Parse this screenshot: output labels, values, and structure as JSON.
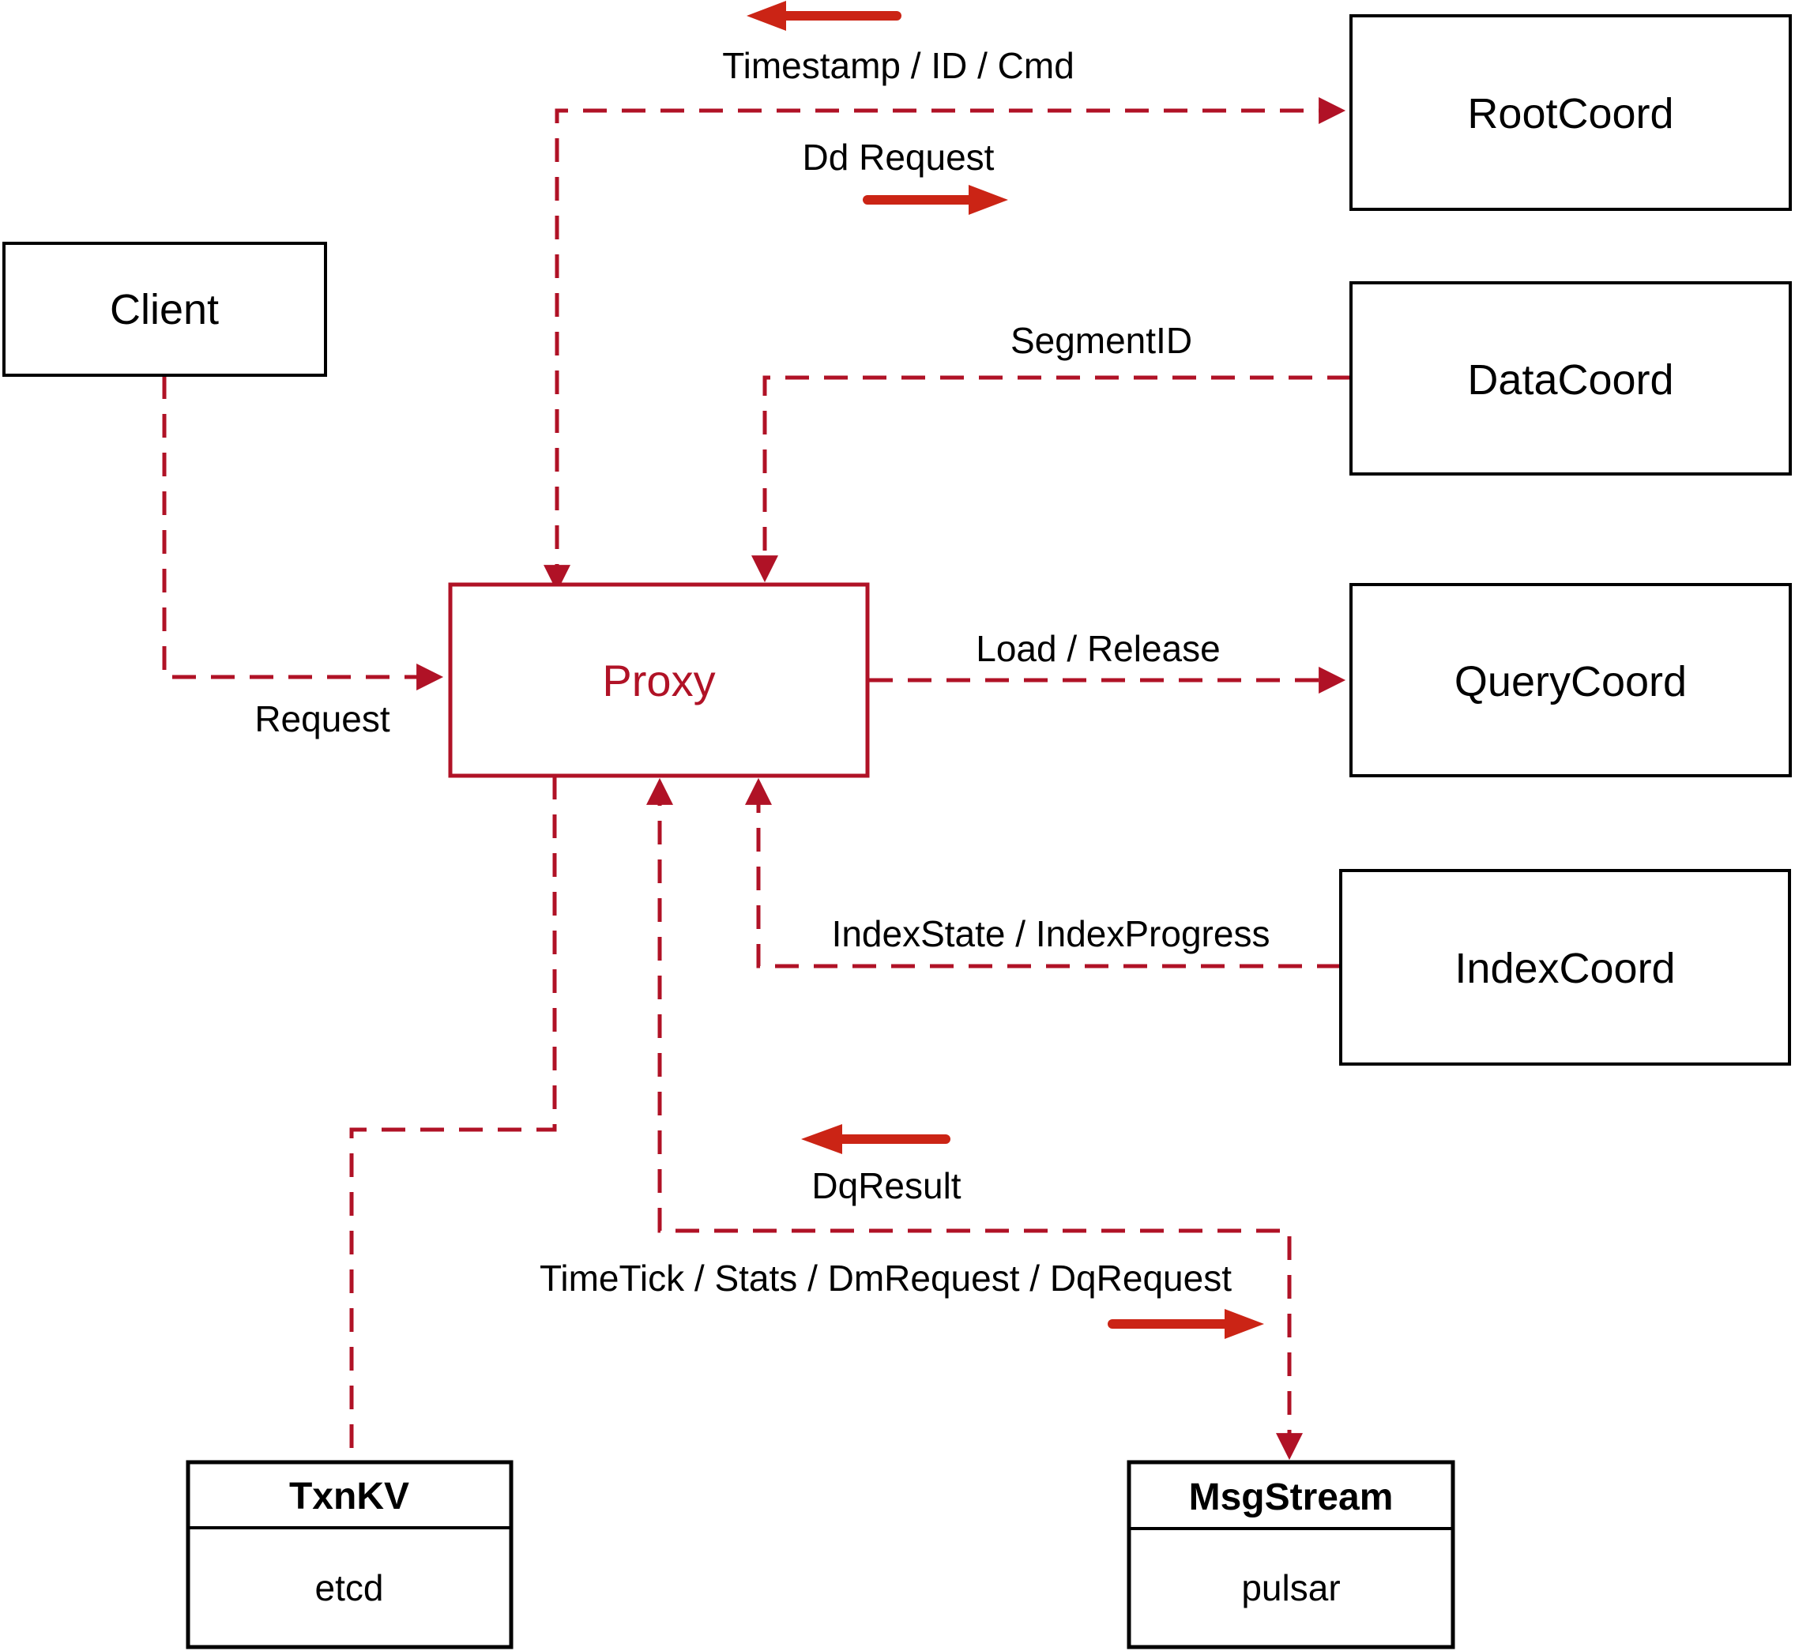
{
  "diagram": {
    "nodes": {
      "client": {
        "label": "Client"
      },
      "proxy": {
        "label": "Proxy"
      },
      "root_coord": {
        "label": "RootCoord"
      },
      "data_coord": {
        "label": "DataCoord"
      },
      "query_coord": {
        "label": "QueryCoord"
      },
      "index_coord": {
        "label": "IndexCoord"
      },
      "txn_kv": {
        "title": "TxnKV",
        "subtitle": "etcd"
      },
      "msg_stream": {
        "title": "MsgStream",
        "subtitle": "pulsar"
      }
    },
    "edges": {
      "client_proxy": {
        "label": "Request"
      },
      "proxy_rootcoord": {
        "label_return": "Timestamp / ID / Cmd",
        "label_send": "Dd Request"
      },
      "datacoord_proxy": {
        "label": "SegmentID"
      },
      "proxy_querycoord": {
        "label": "Load / Release"
      },
      "indexcoord_proxy": {
        "label": "IndexState / IndexProgress"
      },
      "proxy_msgstream": {
        "label_return": "DqResult",
        "label_send": "TimeTick / Stats / DmRequest / DqRequest"
      }
    },
    "colors": {
      "line": "#B01226",
      "arrow": "#CB2415",
      "text": "#000000",
      "border": "#000000",
      "background": "#FFFFFF"
    }
  }
}
